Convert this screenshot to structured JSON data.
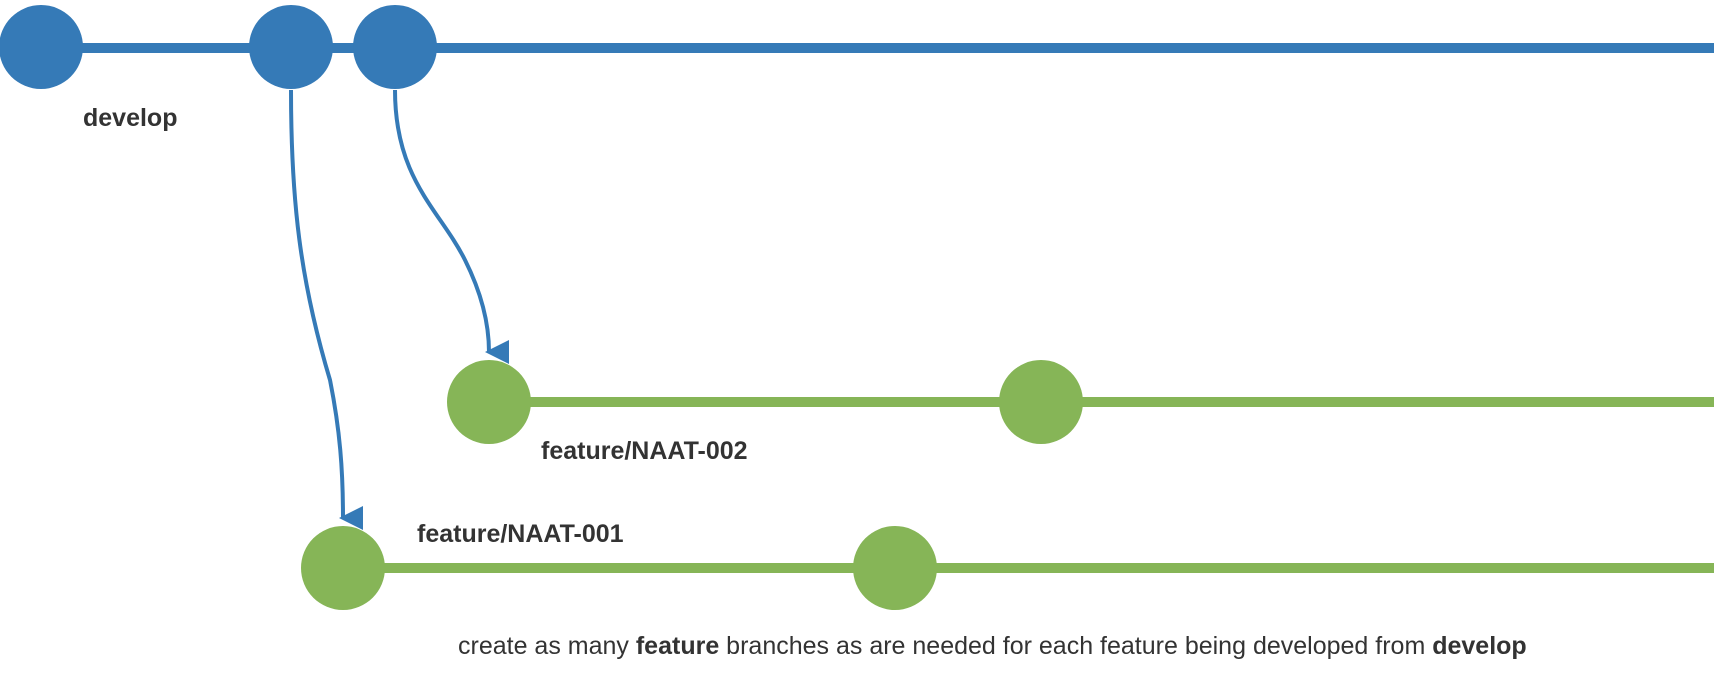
{
  "colors": {
    "develop": "#357ab7",
    "feature": "#86b557",
    "text": "#333333"
  },
  "branches": {
    "develop": {
      "label": "develop"
    },
    "feature_002": {
      "label": "feature/NAAT-002"
    },
    "feature_001": {
      "label": "feature/NAAT-001"
    }
  },
  "caption": {
    "part1": "create as many ",
    "bold1": "feature",
    "part2": " branches as are needed for each feature being developed from ",
    "bold2": "develop"
  }
}
